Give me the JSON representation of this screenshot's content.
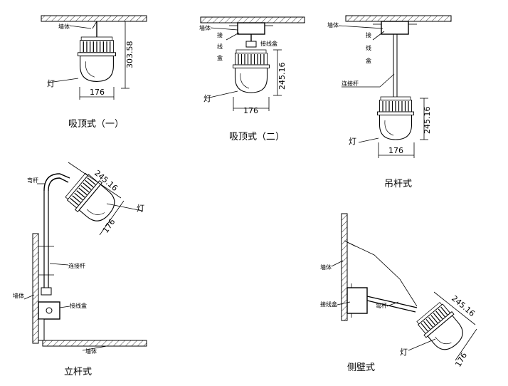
{
  "captions": {
    "ceiling1": "吸顶式（一）",
    "ceiling2": "吸顶式（二）",
    "pendant": "吊杆式",
    "pole": "立杆式",
    "wall": "侧壁式"
  },
  "labels": {
    "wall": "墙体",
    "lamp": "灯",
    "junction_box": "接线盒",
    "junction_box_vertical": [
      "接",
      "线",
      "盒"
    ],
    "connecting_rod": "连接杆",
    "bent_rod": "弯杆"
  },
  "dimensions": {
    "height_ceiling1": "303.58",
    "height_lamp": "245.16",
    "diameter": "176"
  }
}
